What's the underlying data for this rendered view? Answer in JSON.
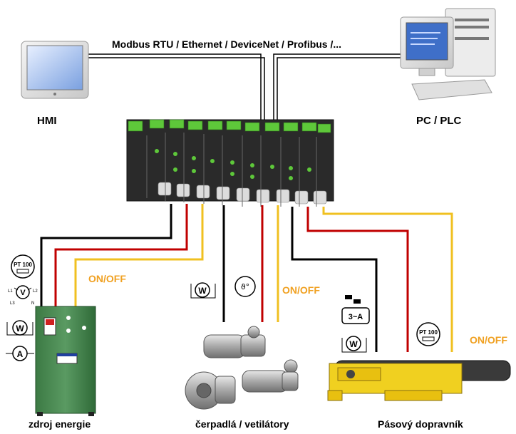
{
  "labels": {
    "bus": "Modbus RTU / Ethernet / DeviceNet / Profibus /...",
    "hmi": "HMI",
    "pc_plc": "PC / PLC",
    "power": "zdroj energie",
    "pumps": "čerpadlá / vetilátory",
    "conveyor": "Pásový dopravník",
    "onoff_1": "ON/OFF",
    "onoff_2": "ON/OFF",
    "onoff_3": "ON/OFF"
  },
  "symbols": {
    "pt100": "PT 100",
    "volt": "V",
    "watt": "W",
    "amp": "A",
    "motor3": "3~A",
    "theta": "ϑ°",
    "l1": "L1",
    "l2": "L2",
    "l3": "L3",
    "n": "N"
  },
  "colors": {
    "wire_black": "#000000",
    "wire_red": "#c00000",
    "wire_yellow": "#f0c020",
    "label_orange": "#f0a020",
    "cabinet_green": "#4a8a4a",
    "conveyor_yellow": "#f0d020"
  }
}
